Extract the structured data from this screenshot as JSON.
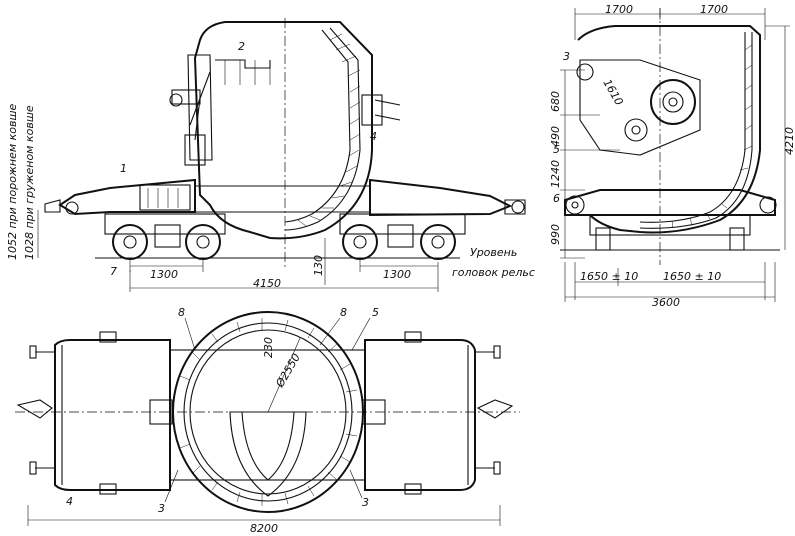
{
  "figure": {
    "side_view": {
      "part_labels": [
        "1",
        "2",
        "4",
        "7"
      ],
      "dimensions": [
        "1300",
        "4150",
        "130",
        "1300"
      ],
      "vertical_notes": [
        "1052 при порожнем ковше",
        "1028 при груженом ковше"
      ],
      "rail_level": [
        "Уровень",
        "головок рельс"
      ]
    },
    "end_view": {
      "part_labels": [
        "3",
        "5",
        "6"
      ],
      "top_dimensions": [
        "1700",
        "1700"
      ],
      "left_dimensions": [
        "680",
        "490",
        "1240",
        "990"
      ],
      "right_dimension": "4210",
      "angled_dimension": "1610",
      "bottom_dimensions": [
        "1650 ± 10",
        "1650 ± 10"
      ],
      "overall_width": "3600"
    },
    "plan_view": {
      "part_labels": [
        "8",
        "8",
        "5",
        "4",
        "3",
        "3"
      ],
      "dimensions": [
        "230",
        "Ø2550"
      ],
      "overall_length": "8200"
    }
  }
}
